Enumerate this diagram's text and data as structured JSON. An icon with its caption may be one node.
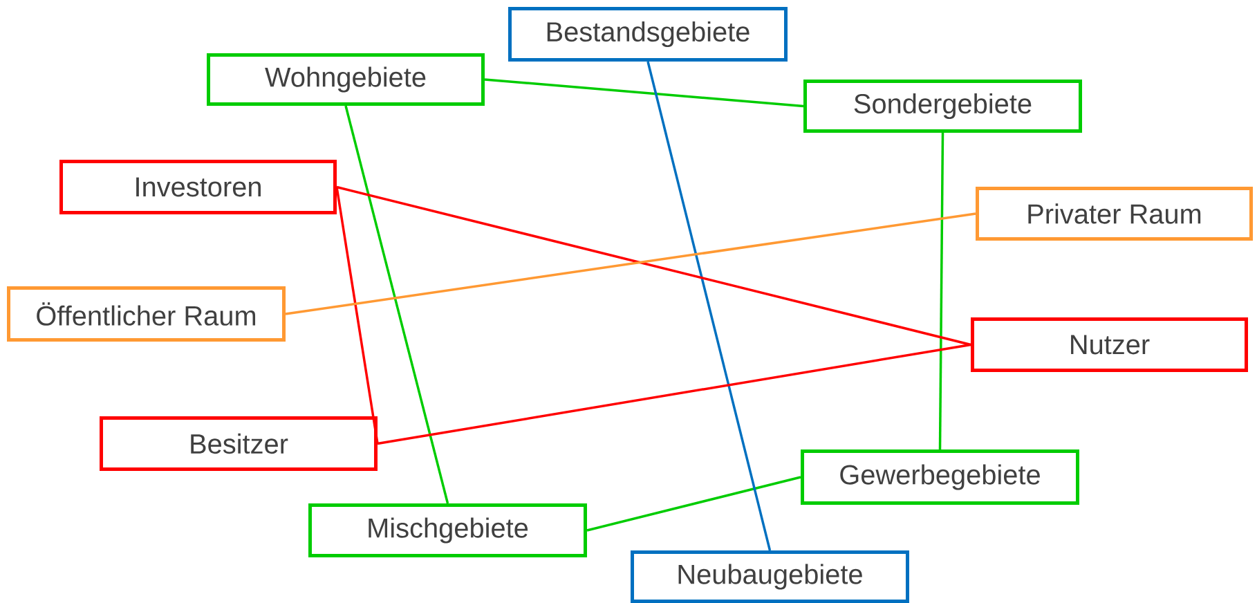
{
  "diagram": {
    "nodes": [
      {
        "text": [
          "Bestandsgebiete"
        ]
      },
      {
        "text": [
          "Wohngebiete"
        ]
      },
      {
        "text": [
          "Sondergebiete"
        ]
      },
      {
        "text": [
          "Investoren"
        ]
      },
      {
        "text": [
          "Privater Raum"
        ]
      },
      {
        "text": [
          "Öffentlicher Raum"
        ]
      },
      {
        "text": [
          "Nutzer"
        ]
      },
      {
        "text": [
          "Besitzer"
        ]
      },
      {
        "text": [
          "Gewerbegebiete"
        ]
      },
      {
        "text": [
          "Mischgebiete"
        ]
      },
      {
        "text": [
          "Neubaugebiete"
        ]
      }
    ],
    "edges": [
      {
        "from": 1,
        "to": 2,
        "arrow": "none"
      },
      {
        "from": 1,
        "to": 9,
        "arrow": "none"
      },
      {
        "from": 2,
        "to": 8,
        "arrow": "none"
      },
      {
        "from": 8,
        "to": 9,
        "arrow": "none"
      },
      {
        "from": 0,
        "to": 10,
        "arrow": "none",
        "color": "#0070c0"
      },
      {
        "from": 3,
        "to": 6,
        "arrow": "none",
        "color": "#ff0000"
      },
      {
        "from": 3,
        "to": 7,
        "arrow": "none",
        "color": "#ff0000"
      },
      {
        "from": 7,
        "to": 6,
        "arrow": "none",
        "color": "#ff0000"
      },
      {
        "from": 5,
        "to": 4,
        "arrow": "none",
        "color": "#ff9933"
      }
    ]
  }
}
